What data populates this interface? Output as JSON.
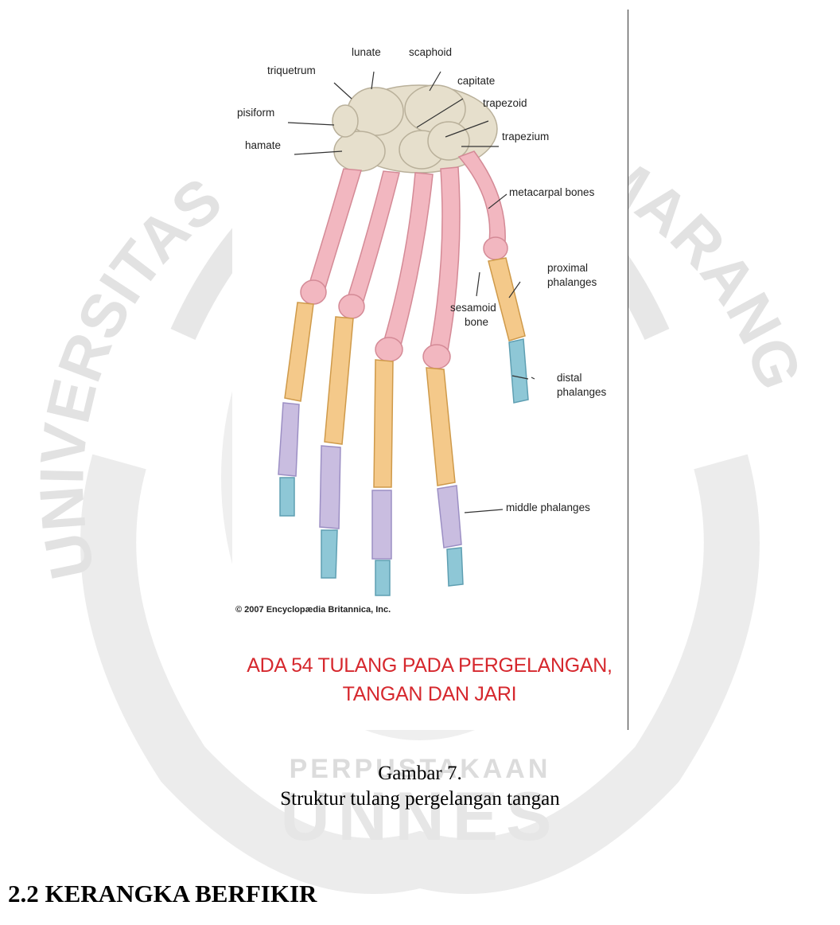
{
  "watermark": {
    "arc_left": "UNIVERSITAS",
    "arc_right": "SEMARANG",
    "library": "PERPUSTAKAAN",
    "unnes": "UNNES"
  },
  "figure": {
    "labels": {
      "lunate": "lunate",
      "scaphoid": "scaphoid",
      "triquetrum": "triquetrum",
      "capitate": "capitate",
      "trapezoid": "trapezoid",
      "pisiform": "pisiform",
      "trapezium": "trapezium",
      "hamate": "hamate",
      "metacarpal": "metacarpal bones",
      "proximal_1": "proximal",
      "proximal_2": "phalanges",
      "sesamoid_1": "sesamoid",
      "sesamoid_2": "bone",
      "distal_1": "distal",
      "distal_2": "phalanges",
      "middle": "middle phalanges"
    },
    "copyright": "© 2007 Encyclopædia Britannica, Inc.",
    "caption_red_line1": "ADA 54 TULANG PADA PERGELANGAN,",
    "caption_red_line2": "TANGAN DAN JARI",
    "bone_colors": {
      "carpal": "#e6dfcc",
      "metacarpal": "#f2b7c0",
      "proximal": "#f4c98a",
      "middle": "#c9bde0",
      "distal": "#8ec7d6"
    }
  },
  "caption": {
    "line1": "Gambar 7.",
    "line2": "Struktur tulang pergelangan tangan"
  },
  "heading": "2.2 KERANGKA BERFIKIR"
}
